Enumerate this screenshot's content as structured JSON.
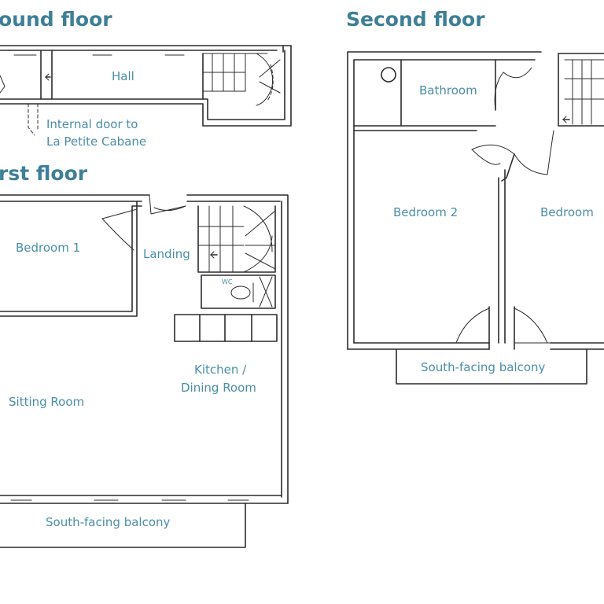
{
  "headings": {
    "ground_floor": "ound floor",
    "first_floor": "rst floor",
    "second_floor": "Second floor"
  },
  "rooms": {
    "hall": "Hall",
    "internal_door_line1": "Internal door to",
    "internal_door_line2": "La Petite Cabane",
    "bedroom1": "Bedroom 1",
    "landing": "Landing",
    "wc": "WC",
    "kitchen_line1": "Kitchen /",
    "kitchen_line2": "Dining Room",
    "sitting_room": "Sitting Room",
    "balcony_first": "South-facing balcony",
    "bathroom": "Bathroom",
    "bedroom2": "Bedroom 2",
    "bedroom3": "Bedroom",
    "balcony_second": "South-facing balcony"
  },
  "colors": {
    "heading": "#3d7f96",
    "label": "#4a8ea8",
    "line": "#2c2c2c"
  }
}
